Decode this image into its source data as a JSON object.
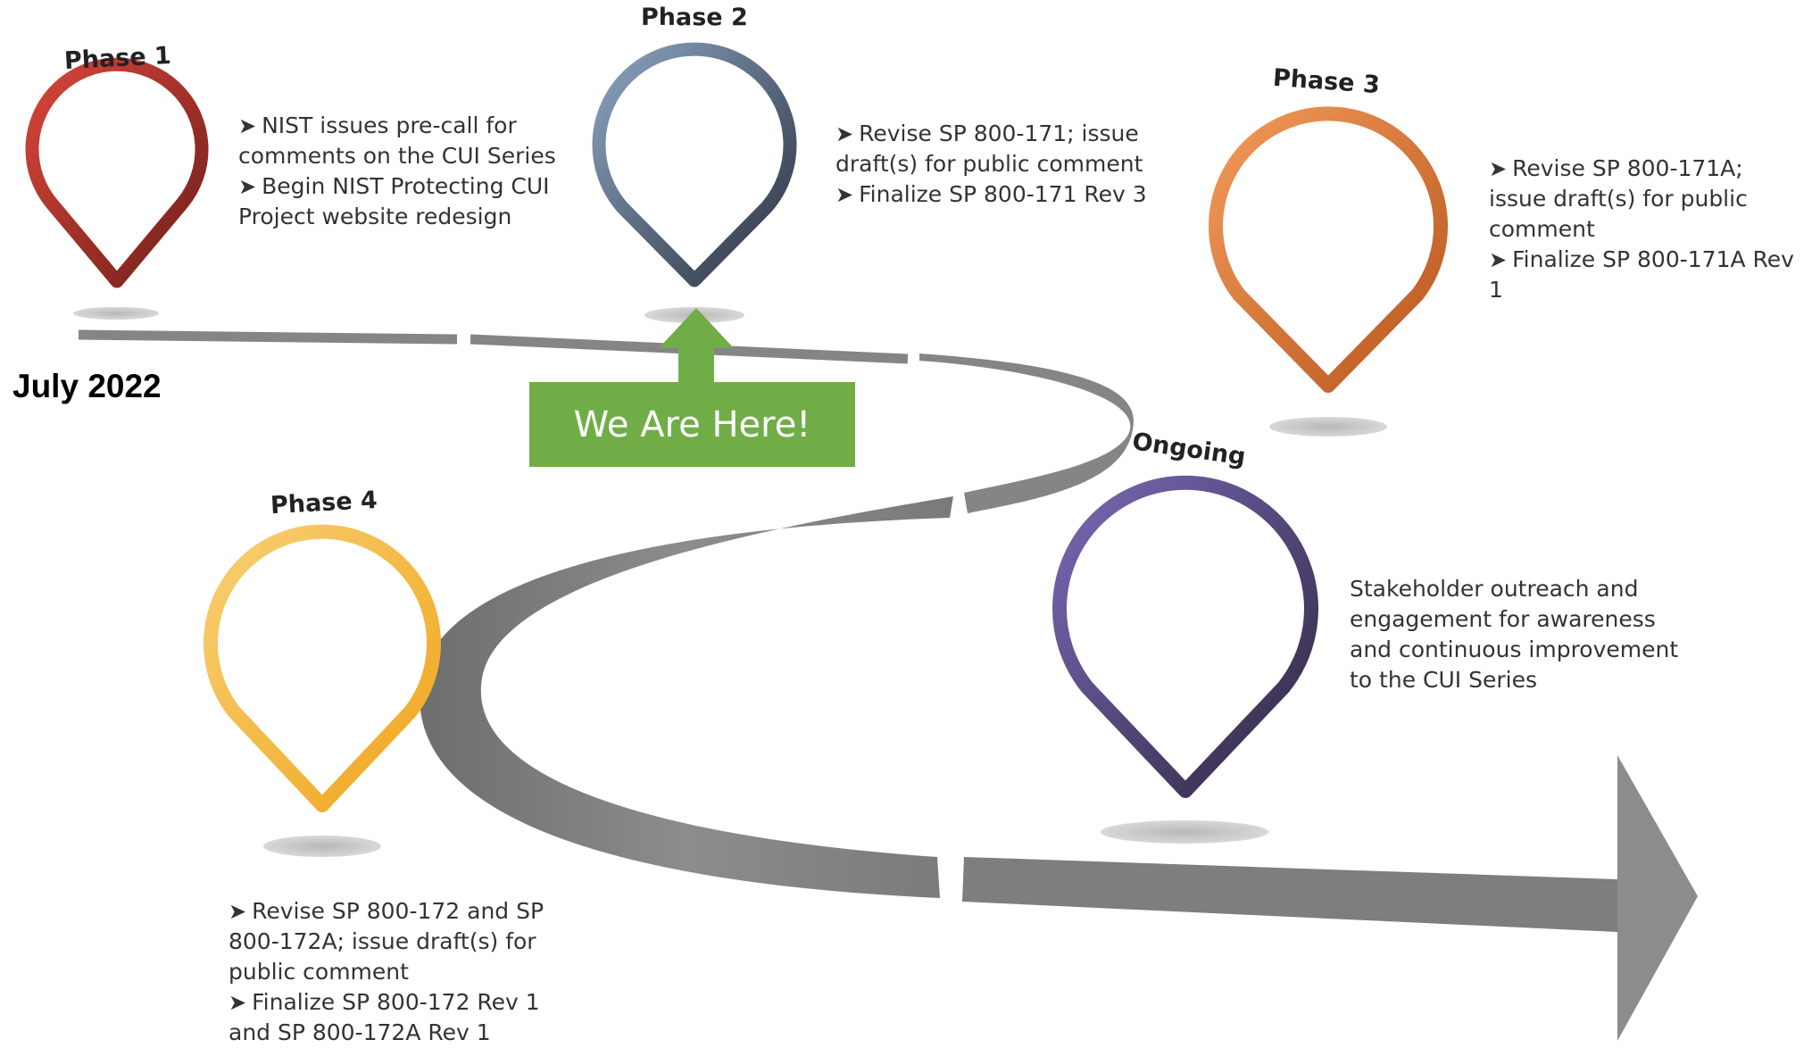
{
  "date_label": "July 2022",
  "marker_label": "We Are Here!",
  "colors": {
    "phase1": "#b22f25",
    "phase2": "#6a7d96",
    "phase3": "#d3742f",
    "phase4": "#f3b33e",
    "ongoing": "#4e3f7e",
    "road": "#8a8a8a",
    "marker": "#70ad47"
  },
  "phases": [
    {
      "id": "phase1",
      "label": "Phase 1",
      "bullets": [
        "NIST issues pre-call for comments on the CUI Series",
        "Begin NIST Protecting CUI Project website redesign"
      ]
    },
    {
      "id": "phase2",
      "label": "Phase 2",
      "bullets": [
        "Revise SP 800-171; issue draft(s) for public comment",
        "Finalize SP 800-171 Rev 3"
      ]
    },
    {
      "id": "phase3",
      "label": "Phase 3",
      "bullets": [
        "Revise SP 800-171A; issue draft(s) for public comment",
        "Finalize SP 800-171A Rev 1"
      ]
    },
    {
      "id": "phase4",
      "label": "Phase 4",
      "bullets": [
        "Revise SP 800-172 and SP 800-172A; issue draft(s) for public comment",
        "Finalize SP 800-172 Rev 1 and SP 800-172A Rev 1"
      ]
    },
    {
      "id": "ongoing",
      "label": "Ongoing",
      "text": "Stakeholder outreach and engagement for awareness and continuous improvement to the CUI Series"
    }
  ]
}
